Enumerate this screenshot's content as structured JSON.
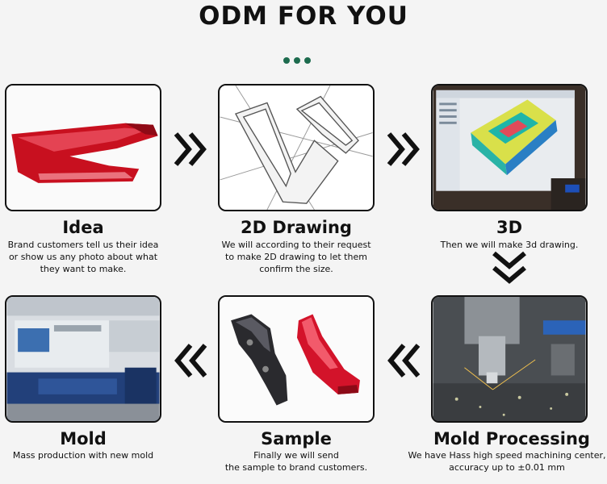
{
  "header": {
    "title": "ODM FOR YOU"
  },
  "steps": [
    {
      "label": "Idea",
      "desc": [
        "Brand customers tell us their idea",
        "or show us any photo about what",
        "they want to make."
      ]
    },
    {
      "label": "2D Drawing",
      "desc": [
        "We will according to their request",
        "to make 2D drawing to let them",
        "confirm the size."
      ]
    },
    {
      "label": "3D",
      "desc": [
        "Then we will make 3d drawing."
      ]
    },
    {
      "label": "Mold Processing",
      "desc": [
        "We have Hass high speed machining center,",
        "accuracy up to  ±0.01 mm"
      ]
    },
    {
      "label": "Sample",
      "desc": [
        "Finally we will send",
        "the sample to brand customers."
      ]
    },
    {
      "label": "Mold",
      "desc": [
        "Mass production with new mold"
      ]
    }
  ],
  "colors": {
    "accent": "#1d6b4e",
    "text": "#111111",
    "product_red": "#d3132a"
  },
  "icons": [
    "chevron-double-right-icon",
    "chevron-double-down-icon",
    "chevron-double-left-icon"
  ]
}
